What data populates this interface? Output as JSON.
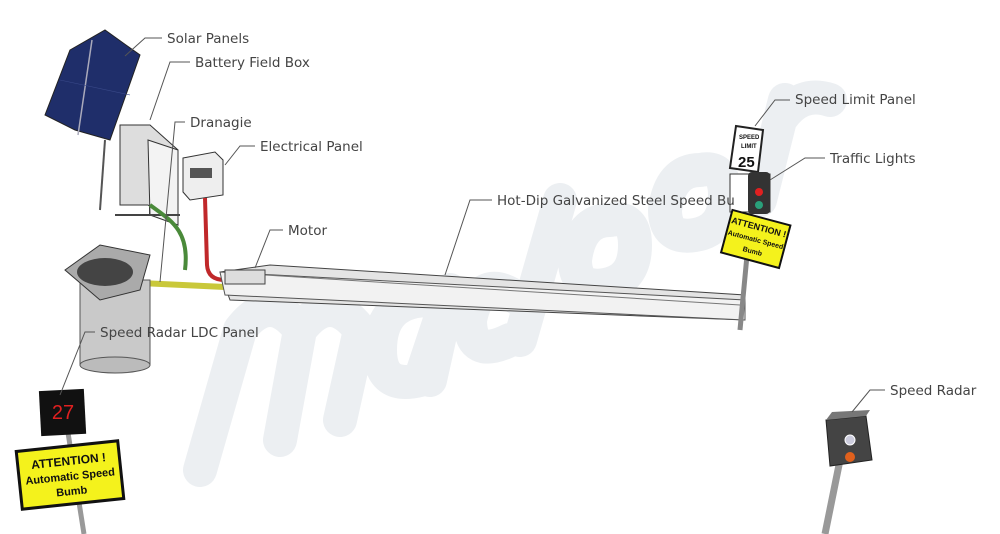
{
  "watermark": "madoors",
  "labels": {
    "solar_panels": "Solar Panels",
    "battery_field_box": "Battery Field Box",
    "dranagie": "Dranagie",
    "electrical_panel": "Electrical Panel",
    "motor": "Motor",
    "speed_bump": "Hot-Dip Galvanized Steel Speed Bu",
    "speed_limit_panel": "Speed Limit Panel",
    "traffic_lights": "Traffic Lights",
    "speed_radar_ldc_panel": "Speed Radar LDC Panel",
    "speed_radar": "Speed Radar"
  },
  "signs": {
    "ldc_display": "27",
    "attention_line1": "ATTENTION !",
    "attention_line2": "Automatic Speed",
    "attention_line3": "Bumb",
    "speed_limit_line1": "SPEED",
    "speed_limit_line2": "LIMIT",
    "speed_limit_value": "25"
  },
  "colors": {
    "sign_yellow": "#f4f21c",
    "cable_yellow": "#c9c83a",
    "cable_red": "#c0282a",
    "cable_green": "#4a8a3a",
    "led_red": "#e02020"
  }
}
